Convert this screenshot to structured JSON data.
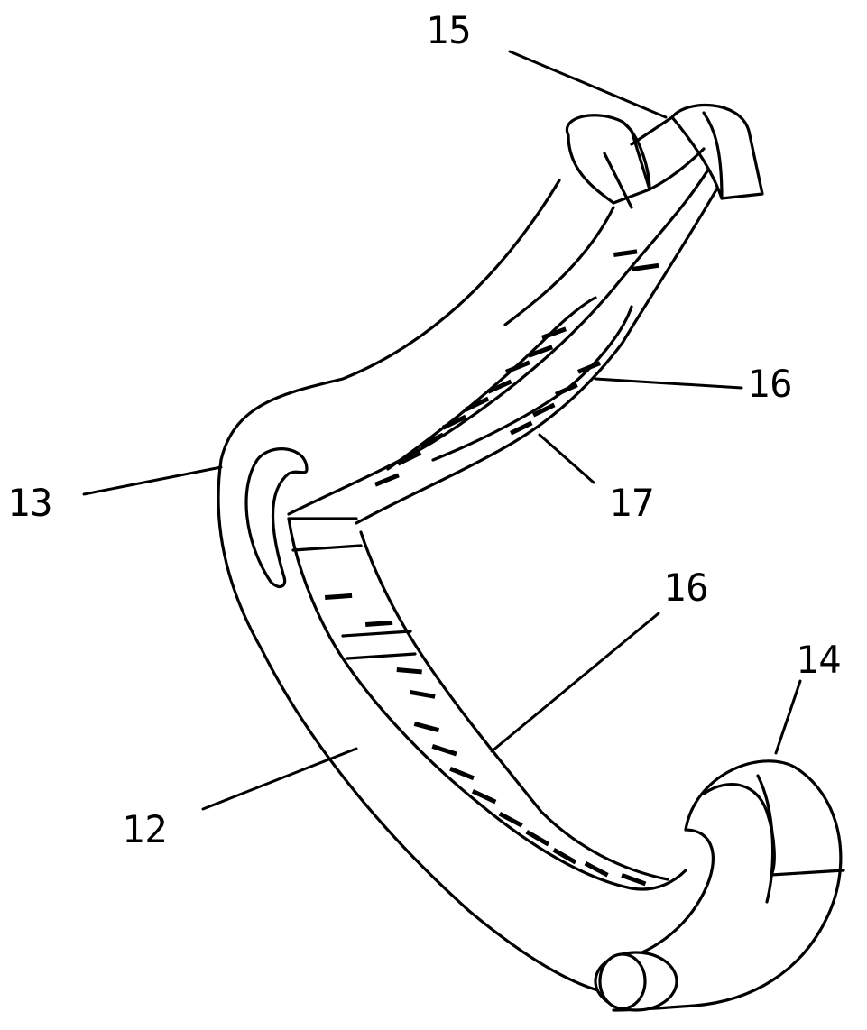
{
  "figure": {
    "reference_numerals": {
      "r12": "12",
      "r13": "13",
      "r14": "14",
      "r15": "15",
      "r16_upper": "16",
      "r16_lower": "16",
      "r17": "17"
    }
  }
}
